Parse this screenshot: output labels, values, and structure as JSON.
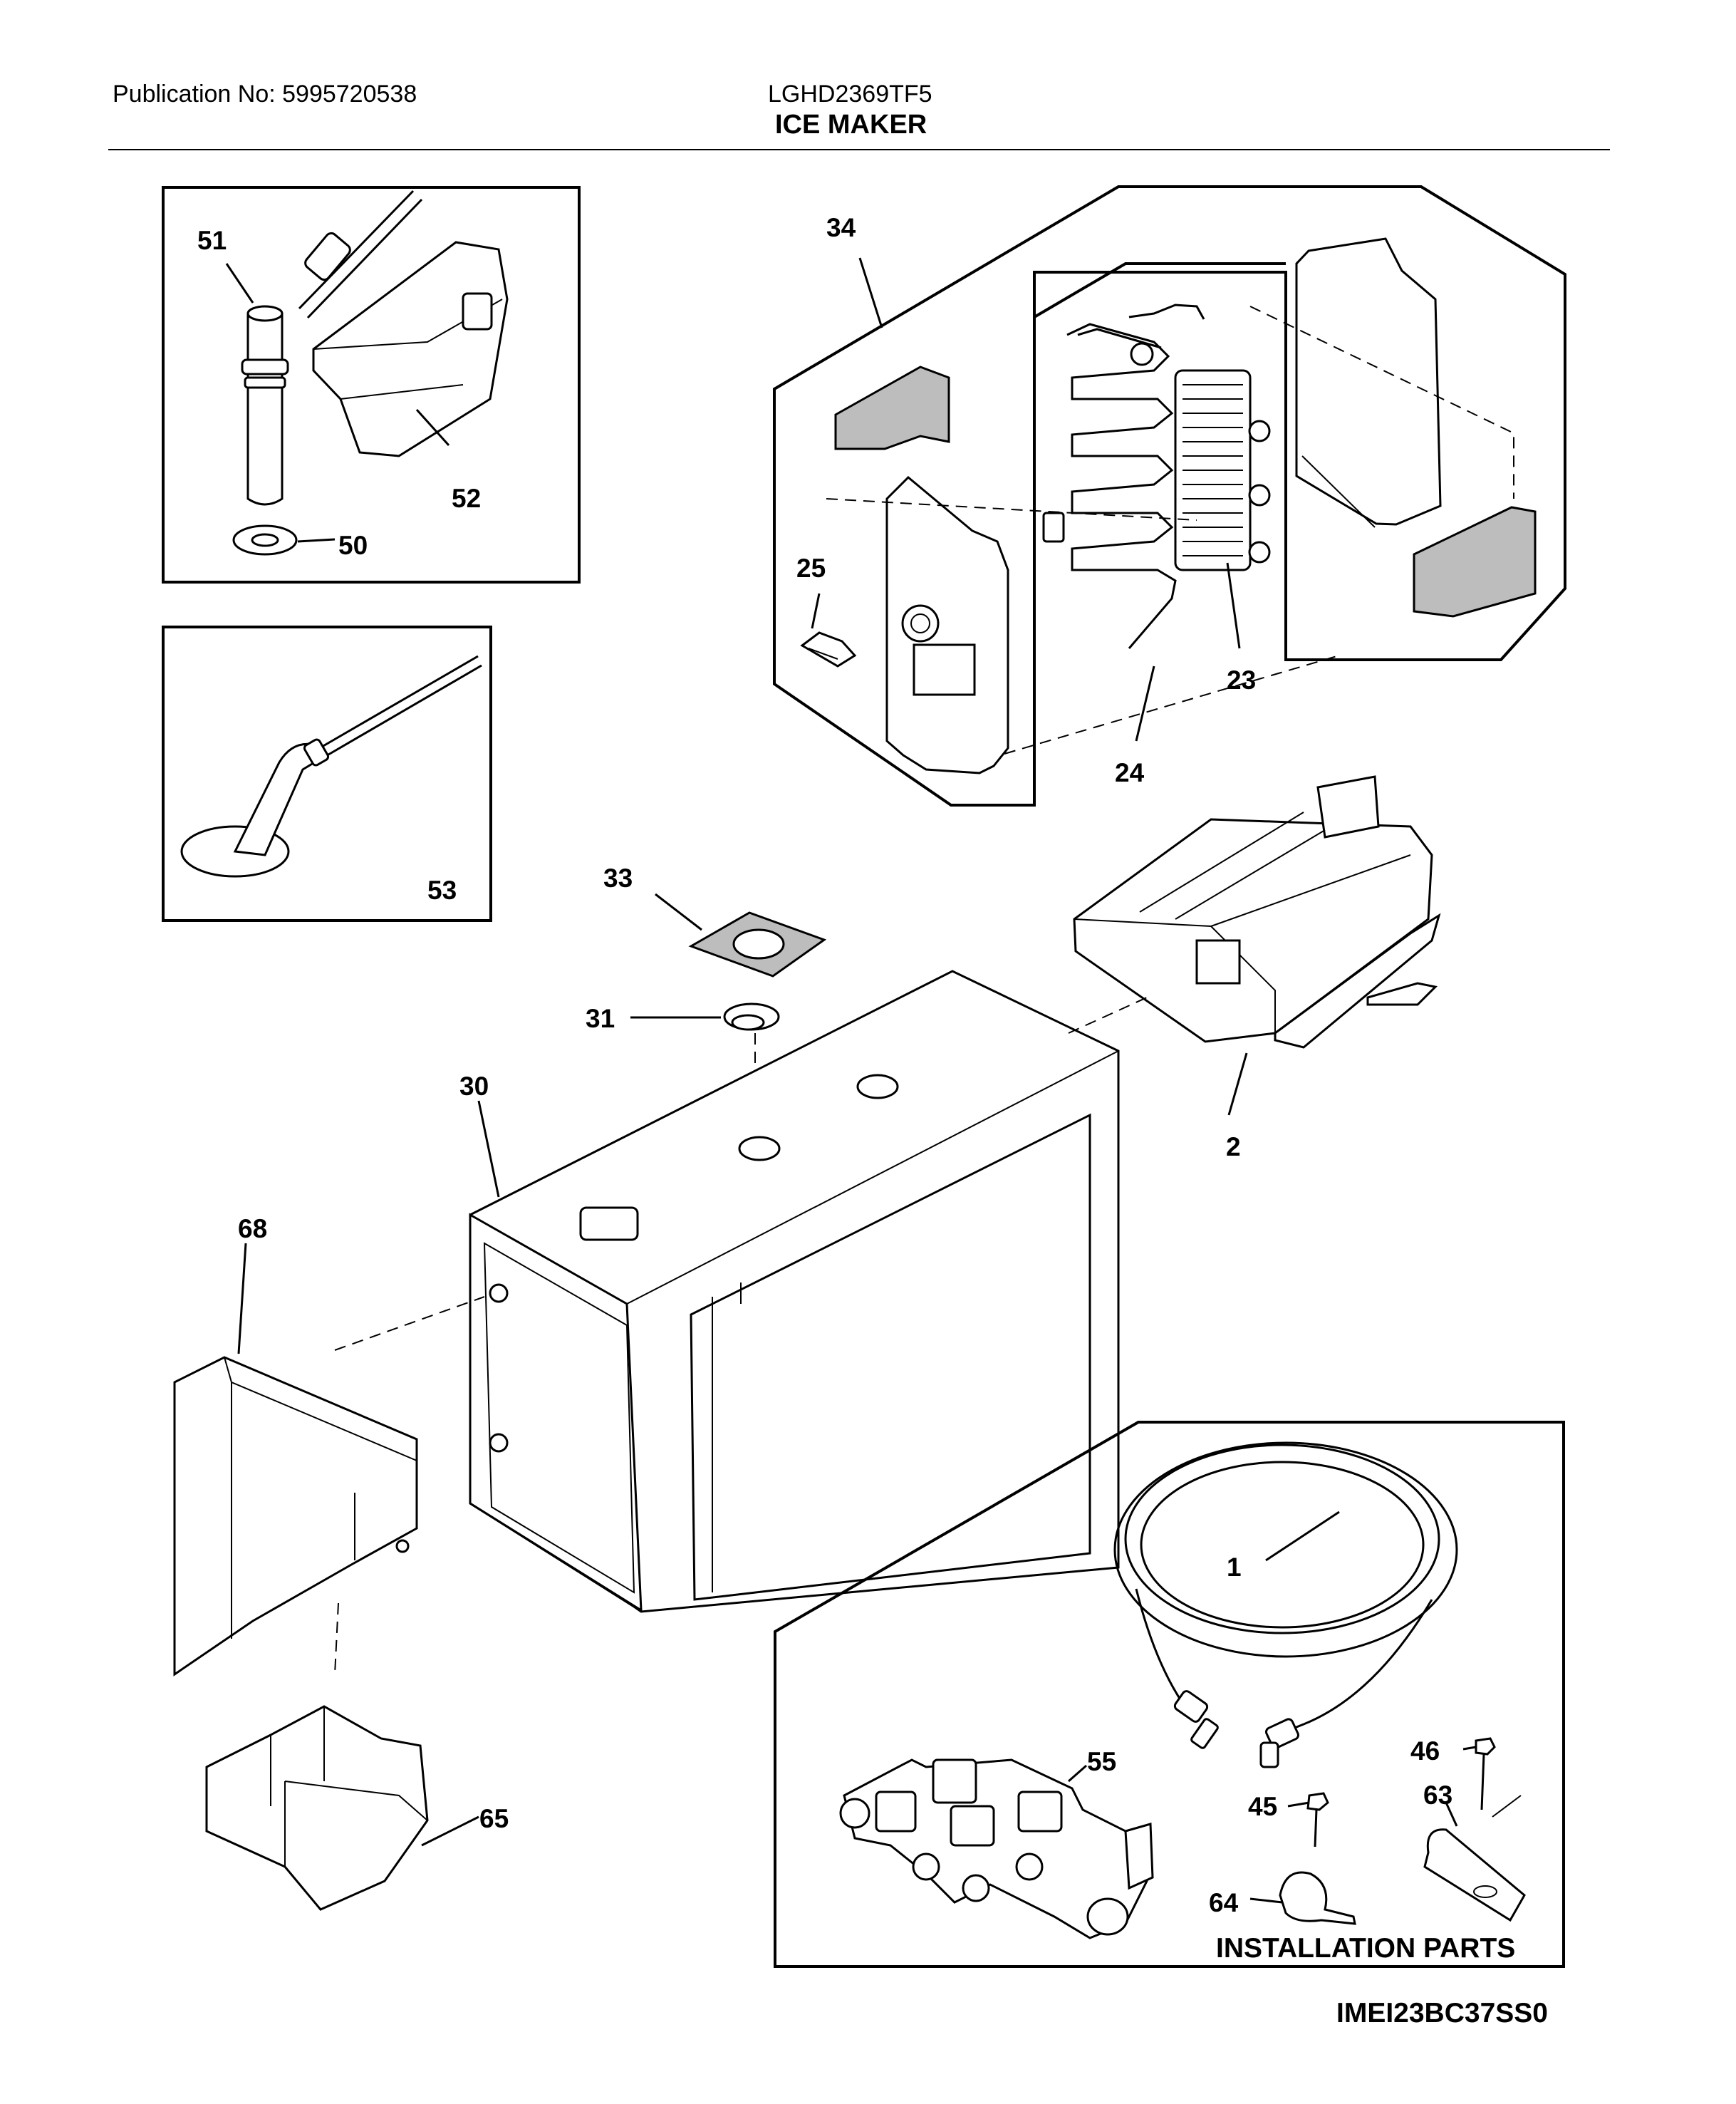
{
  "header": {
    "publication": "Publication No: 5995720538",
    "model": "LGHD2369TF5",
    "title": "ICE MAKER"
  },
  "callouts": {
    "c51": "51",
    "c52": "52",
    "c50": "50",
    "c53": "53",
    "c34": "34",
    "c25": "25",
    "c23": "23",
    "c24": "24",
    "c33": "33",
    "c31": "31",
    "c30": "30",
    "c2": "2",
    "c68": "68",
    "c65": "65",
    "c1": "1",
    "c55": "55",
    "c46": "46",
    "c45": "45",
    "c63": "63",
    "c64": "64"
  },
  "installation_parts_label": "INSTALLATION PARTS",
  "drawing_code": "IMEI23BC37SS0"
}
